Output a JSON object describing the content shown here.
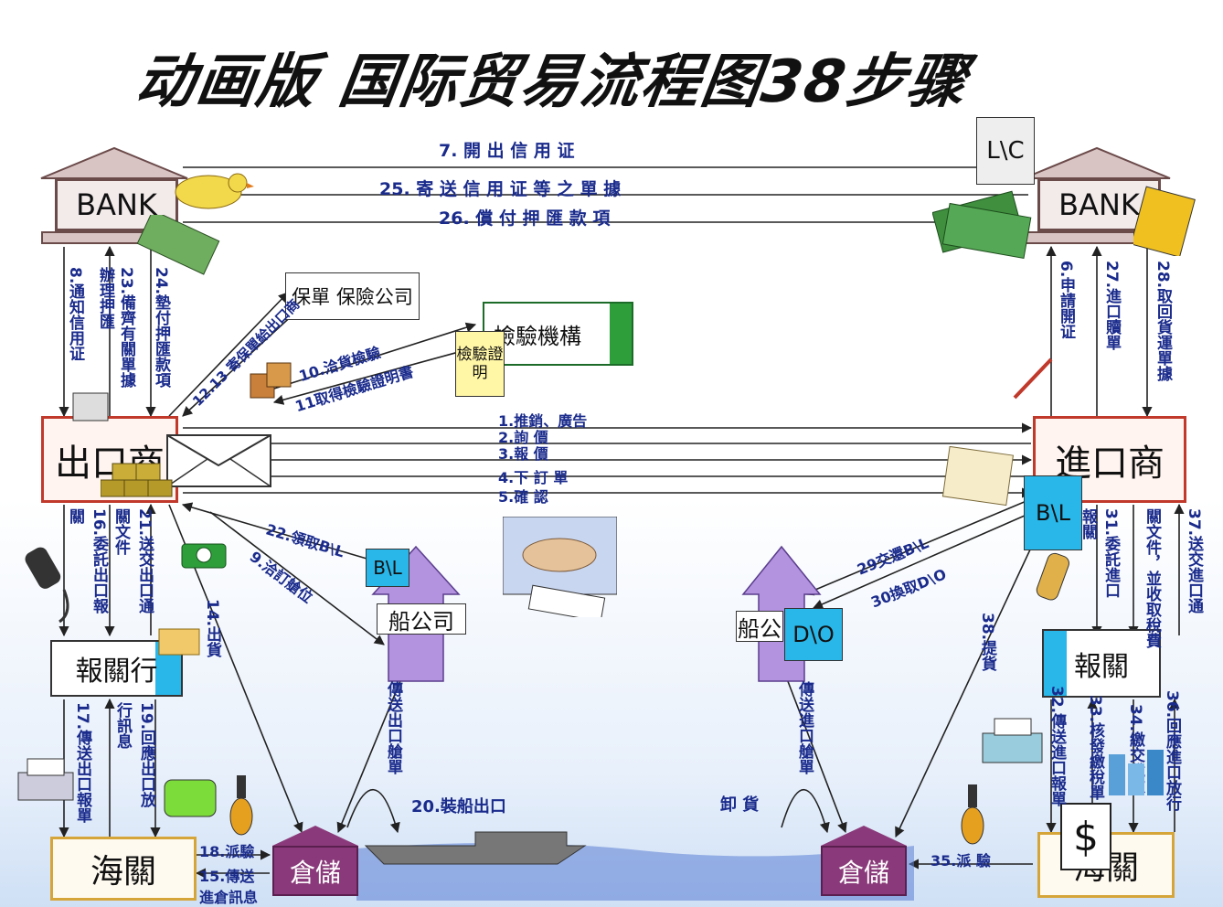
{
  "title": "动画版 国际贸易流程图38步骤",
  "parties": {
    "bank_left": "BANK",
    "bank_right": "BANK",
    "exporter": "出口商",
    "importer": "進口商",
    "insurance": "保單 保險公司",
    "inspection": "檢驗機構",
    "inspection_cert": "檢驗證明",
    "broker_left": "報關行",
    "broker_right": "報關",
    "customs_left": "海關",
    "customs_right": "海關",
    "warehouse_left": "倉儲",
    "warehouse_right": "倉儲",
    "ship_left": "船公司",
    "ship_right": "船公",
    "lc_doc": "L\\C",
    "bl_doc": "B\\L",
    "bl_doc2": "B\\L",
    "do_doc": "D\\O",
    "dollar": "$"
  },
  "steps": {
    "s7": "7. 開 出 信 用 证",
    "s25": "25. 寄 送 信 用 证 等 之 單 據",
    "s26": "26. 償 付 押 匯 款 項",
    "s8": "8.通知信用证",
    "s23": "23.備齊有關單據",
    "s23b": "辦理押匯",
    "s24": "24.墊付押匯款項",
    "s12": "12.13 寄保單給出口商",
    "s10": "10.洽貨檢驗",
    "s11": "11取得檢驗證明書",
    "s6": "6.申請開证",
    "s27": "27.進口贖單",
    "s28": "28.取回貨運單據",
    "s1": "1.推銷、廣告",
    "s2": "2.詢 價",
    "s3": "3.報 價",
    "s4": "4.下 訂 單",
    "s5": "5.確 認",
    "s16": "16.委託出口報",
    "s16b": "關",
    "s21": "21.送交出口通",
    "s21b": "關文件",
    "s14": "14.出貨",
    "s22": "22.領取B\\L",
    "s9": "9.洽訂艙位",
    "s29": "29交還B\\L",
    "s30": "30換取D\\O",
    "s38": "38.提貨",
    "s31": "31.委託進口",
    "s31b": "報關",
    "s37": "37.送交進口通",
    "s37b": "關文件，並收取稅費",
    "s17": "17.傳送出口報單",
    "s19": "19.回應出口放",
    "s19b": "行訊息",
    "s18": "18.派驗",
    "s15": "15.傳送",
    "s15b": "進倉訊息",
    "s20": "20.裝船出口",
    "s_unload": "卸 貨",
    "s_export_ship": "傳送出口艙單",
    "s_import_ship": "傳送進口艙單",
    "s32": "32.傳送進口報單",
    "s33": "33.核發繳稅單",
    "s34": "34.繳交稅款",
    "s36": "36.回應進口放行",
    "s35": "35.派 驗"
  },
  "colors": {
    "label": "#1a2b8c",
    "party_border": "#c0392b",
    "ship_purple": "#9a6fd1",
    "water": "#5b7fd6",
    "green_box": "#2e9e3a",
    "cyan_box": "#29b6e8"
  }
}
